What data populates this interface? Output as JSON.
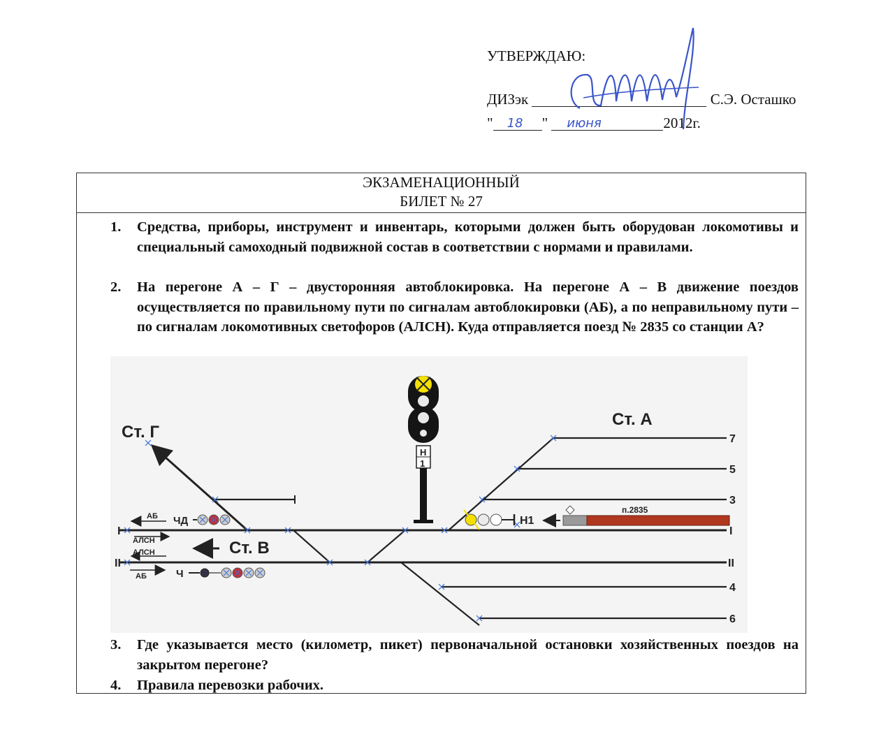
{
  "approval": {
    "heading": "УТВЕРЖДАЮ:",
    "position": "ДИЗэк",
    "name": "С.Э. Осташко",
    "day": "18",
    "month": "июня",
    "year_suffix": "2012г."
  },
  "ticket": {
    "title_line1": "ЭКЗАМЕНАЦИОННЫЙ",
    "title_line2": "БИЛЕТ № 27",
    "questions": [
      {
        "number": "1.",
        "text": "Средства, приборы, инструмент и инвентарь, которыми должен быть оборудован локомотивы и специальный самоходный подвижной состав в соответствии с нормами и правилами."
      },
      {
        "number": "2.",
        "text": "На перегоне А – Г – двусторонняя автоблокировка. На перегоне А – В движение поездов осуществляется по правильному пути по сигналам автоблокировки (АБ), а по неправильному пути – по сигналам локомотивных светофоров (АЛСН). Куда отправляется поезд № 2835 со станции А?"
      },
      {
        "number": "3.",
        "text": "Где указывается место (километр, пикет) первоначальной остановки хозяйственных поездов на закрытом перегоне?"
      },
      {
        "number": "4.",
        "text": "Правила перевозки рабочих."
      }
    ]
  },
  "diagram": {
    "station_g": "Ст. Г",
    "station_a": "Ст. А",
    "station_v": "Ст. В",
    "track_labels": {
      "t7": "7",
      "t5": "5",
      "t3": "3",
      "tI_right": "I",
      "tII_right": "II",
      "t4": "4",
      "t6": "6",
      "tI_left": "I",
      "tII_left": "II"
    },
    "signal_plate_top": "Н",
    "signal_plate_bottom": "1",
    "signal_h1": "Н1",
    "signal_chd": "ЧД",
    "signal_ch": "Ч",
    "label_ab1": "АБ",
    "label_alsn1": "АЛСН",
    "label_alsn2": "АЛСН",
    "label_ab2": "АБ",
    "train_label": "п.2835",
    "colors": {
      "train": "#b0381f",
      "loco": "#9a9a9a",
      "yellow": "#f4e000",
      "red": "#c0303a",
      "track": "#222222",
      "bg": "#f4f4f4",
      "tick": "#3a6fd8"
    }
  }
}
